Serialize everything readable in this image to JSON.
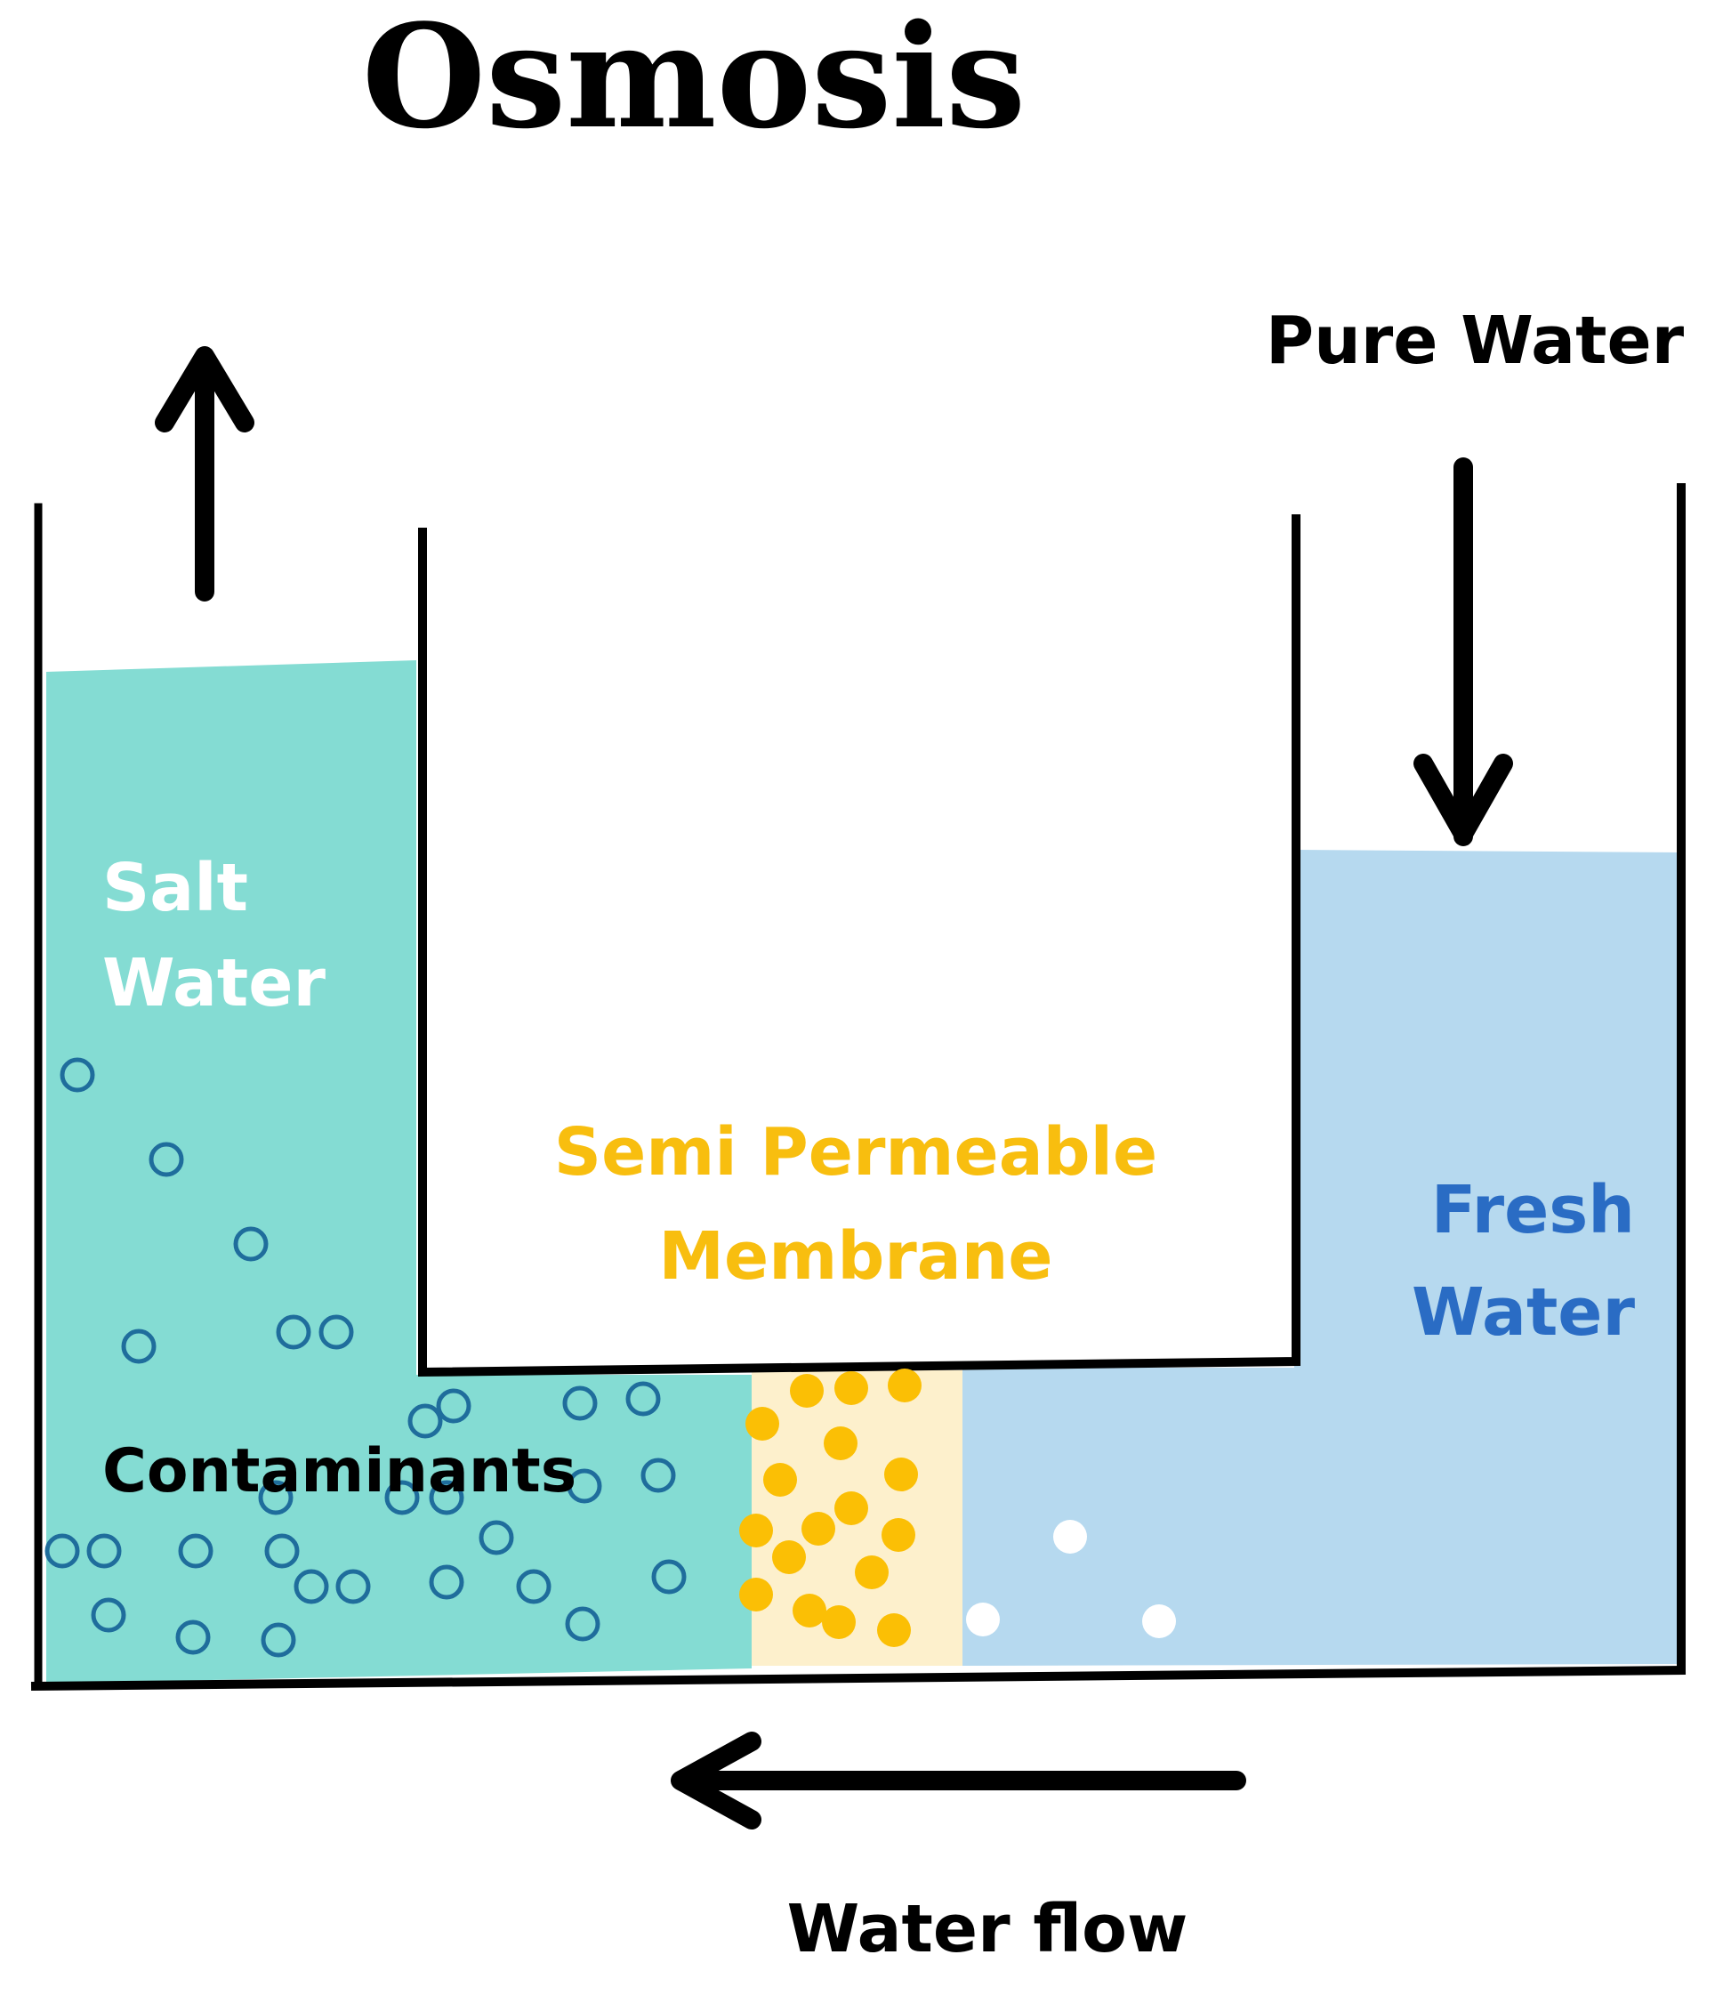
{
  "diagram": {
    "title": "Osmosis",
    "labels": {
      "pure_water": "Pure Water",
      "salt_water": [
        "Salt",
        "Water"
      ],
      "semi_permeable_membrane": [
        "Semi Permeable",
        "Membrane"
      ],
      "fresh_water": [
        "Fresh",
        "Water"
      ],
      "contaminants": "Contaminants",
      "water_flow": "Water flow"
    },
    "colors": {
      "salt_water": "#84dcd3",
      "fresh_water": "#b6d9ef",
      "membrane": "#fdf0cc",
      "membrane_particle": "#fbbf05",
      "contaminant": "#1f6d9c",
      "fresh_particle": "#ffffff",
      "membrane_label": "#f8be0f",
      "fresh_label": "#2a6cc4",
      "salt_label": "#ffffff",
      "outline": "#000000"
    },
    "icons": {
      "left_arrow": "arrow-up-icon",
      "right_arrow": "arrow-down-icon",
      "bottom_arrow": "arrow-left-icon"
    }
  }
}
